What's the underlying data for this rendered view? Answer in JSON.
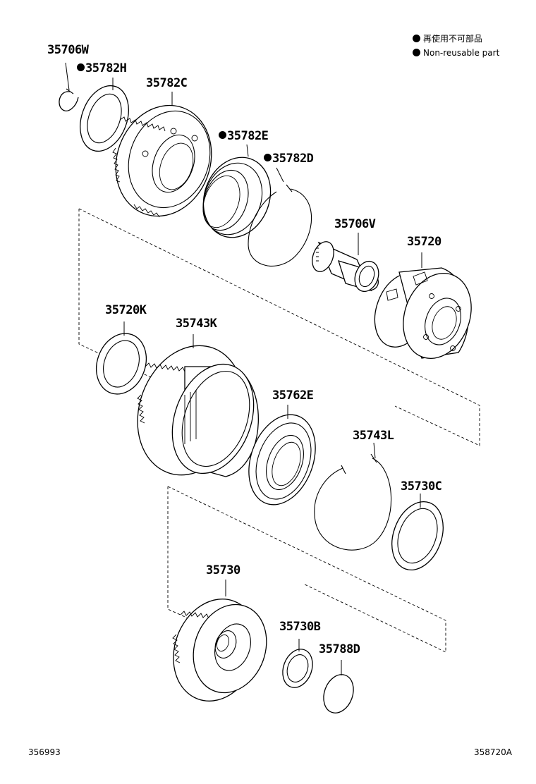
{
  "legend": {
    "japanese": "再使用不可部品",
    "english": "Non-reusable part",
    "marker_color": "#000000"
  },
  "parts": [
    {
      "id": "p-35706W",
      "number": "35706W",
      "non_reusable": false
    },
    {
      "id": "p-35782H",
      "number": "35782H",
      "non_reusable": true
    },
    {
      "id": "p-35782C",
      "number": "35782C",
      "non_reusable": false
    },
    {
      "id": "p-35782E",
      "number": "35782E",
      "non_reusable": true
    },
    {
      "id": "p-35782D",
      "number": "35782D",
      "non_reusable": true
    },
    {
      "id": "p-35706V",
      "number": "35706V",
      "non_reusable": false
    },
    {
      "id": "p-35720",
      "number": "35720",
      "non_reusable": false
    },
    {
      "id": "p-35720K",
      "number": "35720K",
      "non_reusable": false
    },
    {
      "id": "p-35743K",
      "number": "35743K",
      "non_reusable": false
    },
    {
      "id": "p-35762E",
      "number": "35762E",
      "non_reusable": false
    },
    {
      "id": "p-35743L",
      "number": "35743L",
      "non_reusable": false
    },
    {
      "id": "p-35730C",
      "number": "35730C",
      "non_reusable": false
    },
    {
      "id": "p-35730",
      "number": "35730",
      "non_reusable": false
    },
    {
      "id": "p-35730B",
      "number": "35730B",
      "non_reusable": false
    },
    {
      "id": "p-35788D",
      "number": "35788D",
      "non_reusable": false
    }
  ],
  "footer": {
    "left_code": "356993",
    "right_code": "358720A"
  }
}
